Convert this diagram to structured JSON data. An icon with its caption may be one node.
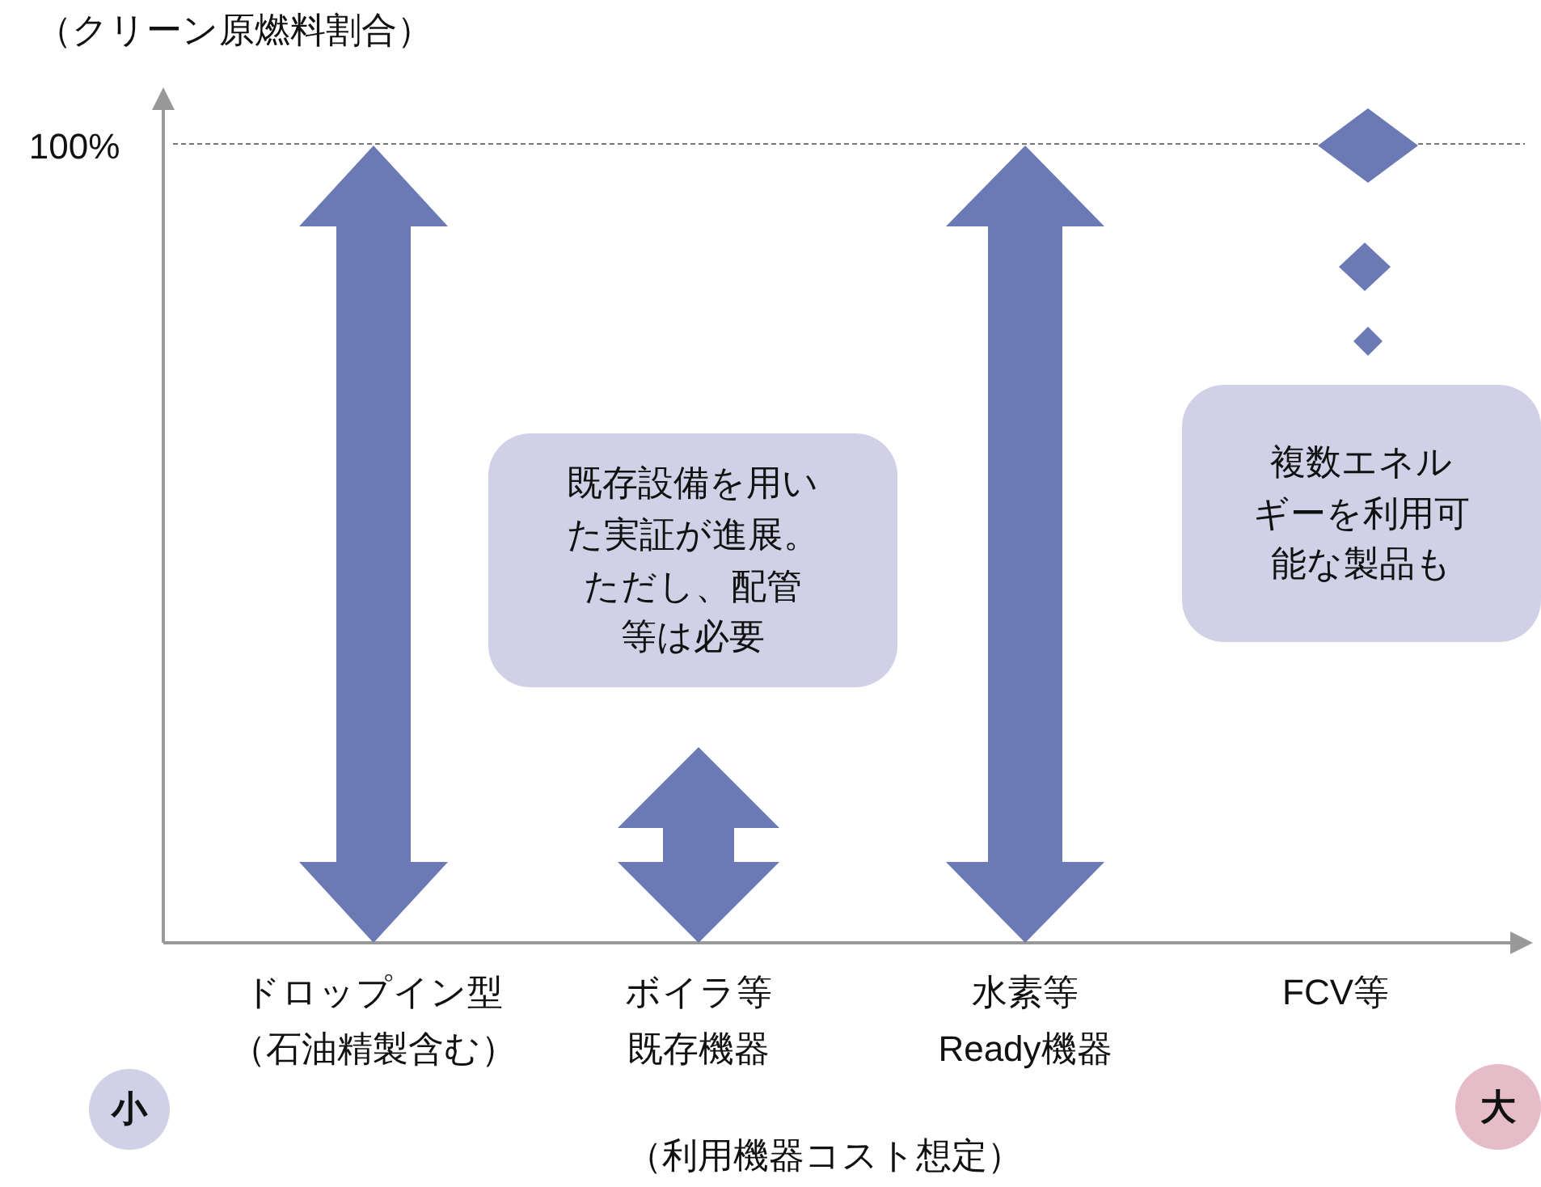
{
  "diagram": {
    "nodes": [
      {
        "text": [
          "既存設備を用いた実証が進展。ただし、配管等は必要"
        ]
      },
      {
        "text": [
          "複数エネルギーを利用可能な製品も"
        ]
      },
      {
        "text": [
          "小"
        ]
      },
      {
        "text": [
          "大"
        ]
      }
    ],
    "edges": [],
    "labels": [
      "（クリーン原燃料割合）",
      "100%",
      "ドロップイン型",
      "（石油精製含む）",
      "ボイラ等",
      "既存機器",
      "水素等",
      "Ready機器",
      "FCV等",
      "（利用機器コスト想定）"
    ]
  }
}
